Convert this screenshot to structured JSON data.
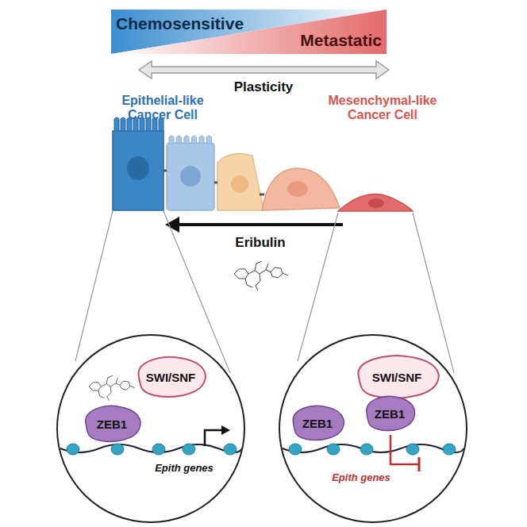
{
  "diagram": {
    "nodes": [
      {
        "text": [
          "Chemosensitive"
        ]
      },
      {
        "text": [
          "Metastatic"
        ]
      },
      {
        "text": [
          "SWI/SNF"
        ]
      },
      {
        "text": [
          "ZEB1"
        ]
      },
      {
        "text": [
          "ZEB1"
        ]
      },
      {
        "text": [
          "SWI/SNF"
        ]
      },
      {
        "text": [
          "ZEB1"
        ]
      }
    ],
    "labels": [
      "Plasticity",
      "Epithelial-like Cancer Cell",
      "Mesenchymal-like Cancer Cell",
      "Eribulin",
      "Epith genes",
      "Epith genes"
    ]
  }
}
